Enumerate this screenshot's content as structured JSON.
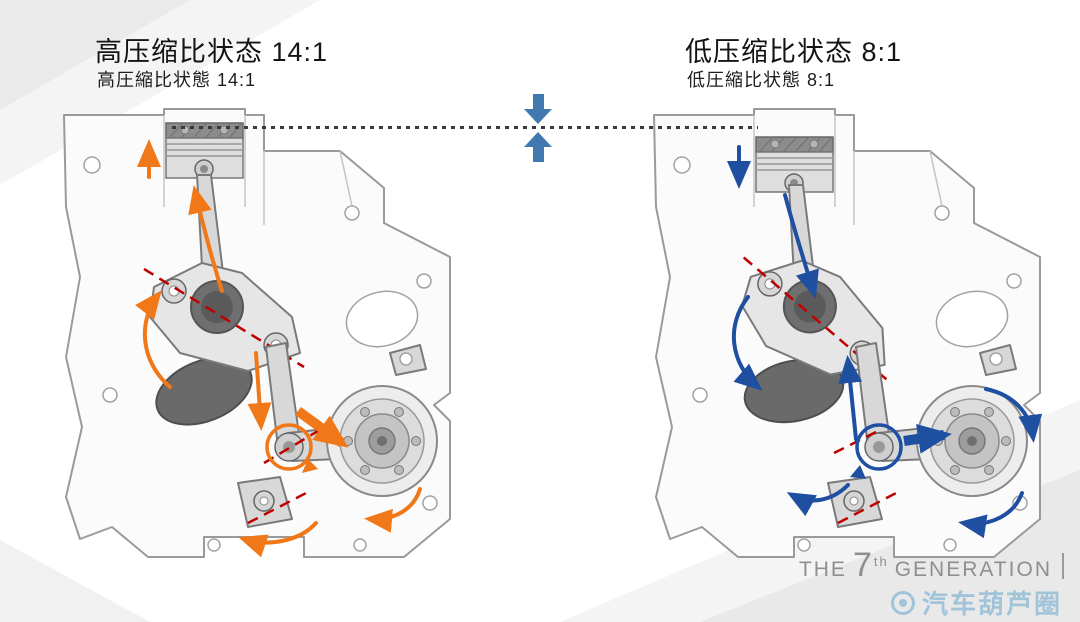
{
  "panels": {
    "left": {
      "title": "高压缩比状态 14:1",
      "subtitle": "高圧縮比状態 14:1",
      "arrow_color": "#F07818"
    },
    "right": {
      "title": "低压缩比状态 8:1",
      "subtitle": "低圧縮比状態 8:1",
      "arrow_color": "#1E4FA1"
    }
  },
  "center_indicator": {
    "color": "#4178B0"
  },
  "reference_line": {
    "style": "dotted",
    "color": "#3A3A3A"
  },
  "footer": {
    "brand_the": "THE",
    "brand_number": "7",
    "brand_ordinal": "th",
    "brand_generation": "GENERATION",
    "watermark": "汽车葫芦圈"
  },
  "colors": {
    "orange": "#F07818",
    "blue": "#1E4FA1",
    "red_axis": "#C00000",
    "indicator_blue": "#4178B0",
    "diagram_gray": "#9A9A9A"
  }
}
